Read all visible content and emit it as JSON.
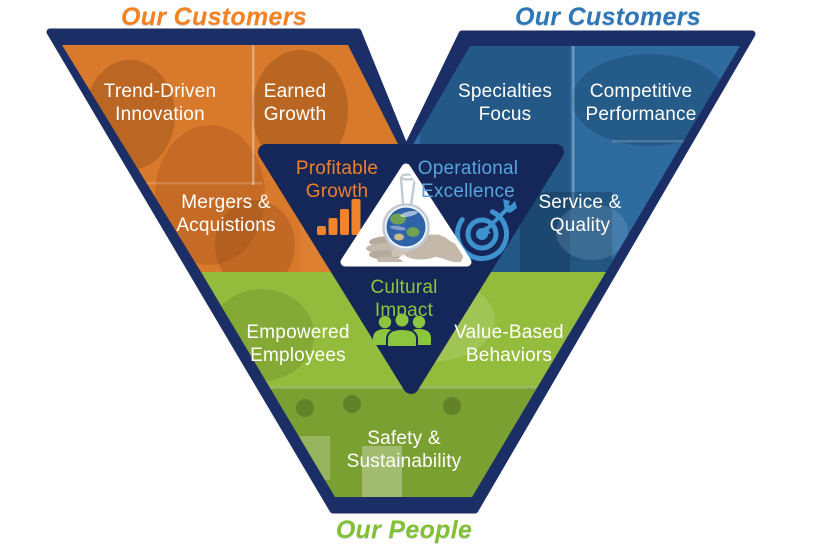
{
  "titles": {
    "customers_left": "Our Customers",
    "customers_right": "Our Customers",
    "people": "Our People"
  },
  "sections": {
    "orange": {
      "name": "Our Customers (left wing)",
      "color": "#D9792B",
      "items": [
        "Trend-Driven\nInnovation",
        "Earned\nGrowth",
        "Mergers &\nAcquistions"
      ]
    },
    "blue": {
      "name": "Our Customers (right wing)",
      "color": "#2E6B9E",
      "items": [
        "Specialties\nFocus",
        "Competitive\nPerformance",
        "Service &\nQuality"
      ]
    },
    "green": {
      "name": "Our People (base)",
      "color": "#93BC3C",
      "items": [
        "Empowered\nEmployees",
        "Value-Based\nBehaviors",
        "Safety &\nSustainability"
      ]
    }
  },
  "pillars": [
    {
      "label": "Profitable\nGrowth",
      "color": "#F0812B",
      "icon": "bar-chart-icon"
    },
    {
      "label": "Operational\nExcellence",
      "color": "#55A5DC",
      "icon": "target-icon"
    },
    {
      "label": "Cultural\nImpact",
      "color": "#8CC63F",
      "icon": "people-icon"
    }
  ],
  "center_icon": "flask-globe-in-hand-icon",
  "colors": {
    "navy": "#16295E",
    "border_navy": "#1B2F66",
    "header_orange": "#F5821F",
    "header_blue": "#2D77B9",
    "header_green": "#82C133",
    "label_white": "#FFFFFF"
  }
}
